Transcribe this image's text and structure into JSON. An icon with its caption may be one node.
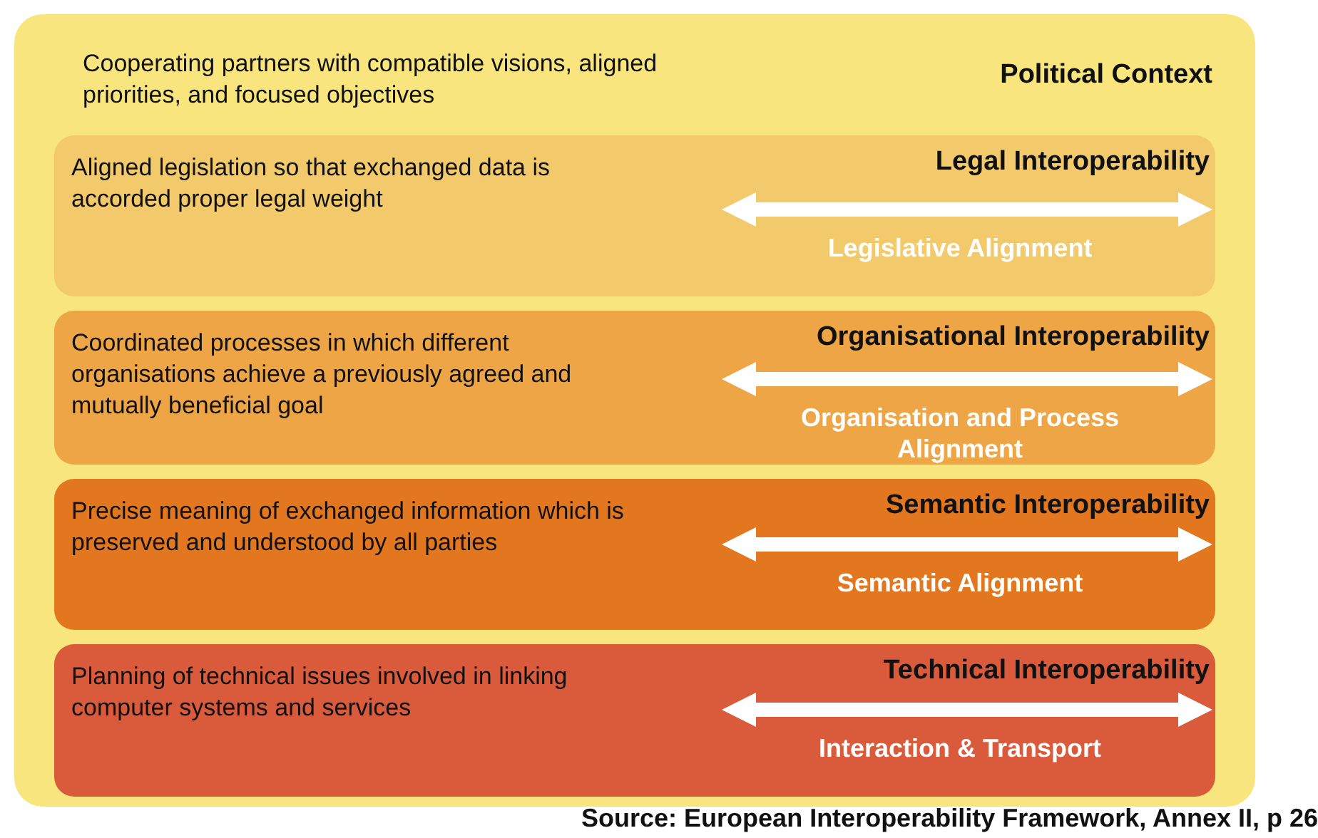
{
  "diagram": {
    "caption": "Source: European Interoperability Framework, Annex II, p 26",
    "nodes": [
      {
        "text": [
          "Cooperating partners with compatible visions, aligned priorities, and focused objectives",
          "Political Context"
        ]
      },
      {
        "text": [
          "Aligned legislation so that exchanged data is accorded proper legal weight",
          "Legal Interoperability",
          "Legislative Alignment"
        ],
        "in": 0
      },
      {
        "text": [
          "Coordinated processes in which different organisations achieve a previously agreed and mutually beneficial goal",
          "Organisational Interoperability",
          "Organisation and Process Alignment"
        ],
        "in": 0
      },
      {
        "text": [
          "Precise meaning of exchanged information which is preserved and understood by all parties",
          "Semantic Interoperability",
          "Semantic Alignment"
        ],
        "in": 0
      },
      {
        "text": [
          "Planning of technical issues involved in linking computer systems and services",
          "Technical Interoperability",
          "Interaction & Transport"
        ],
        "in": 0
      }
    ]
  }
}
